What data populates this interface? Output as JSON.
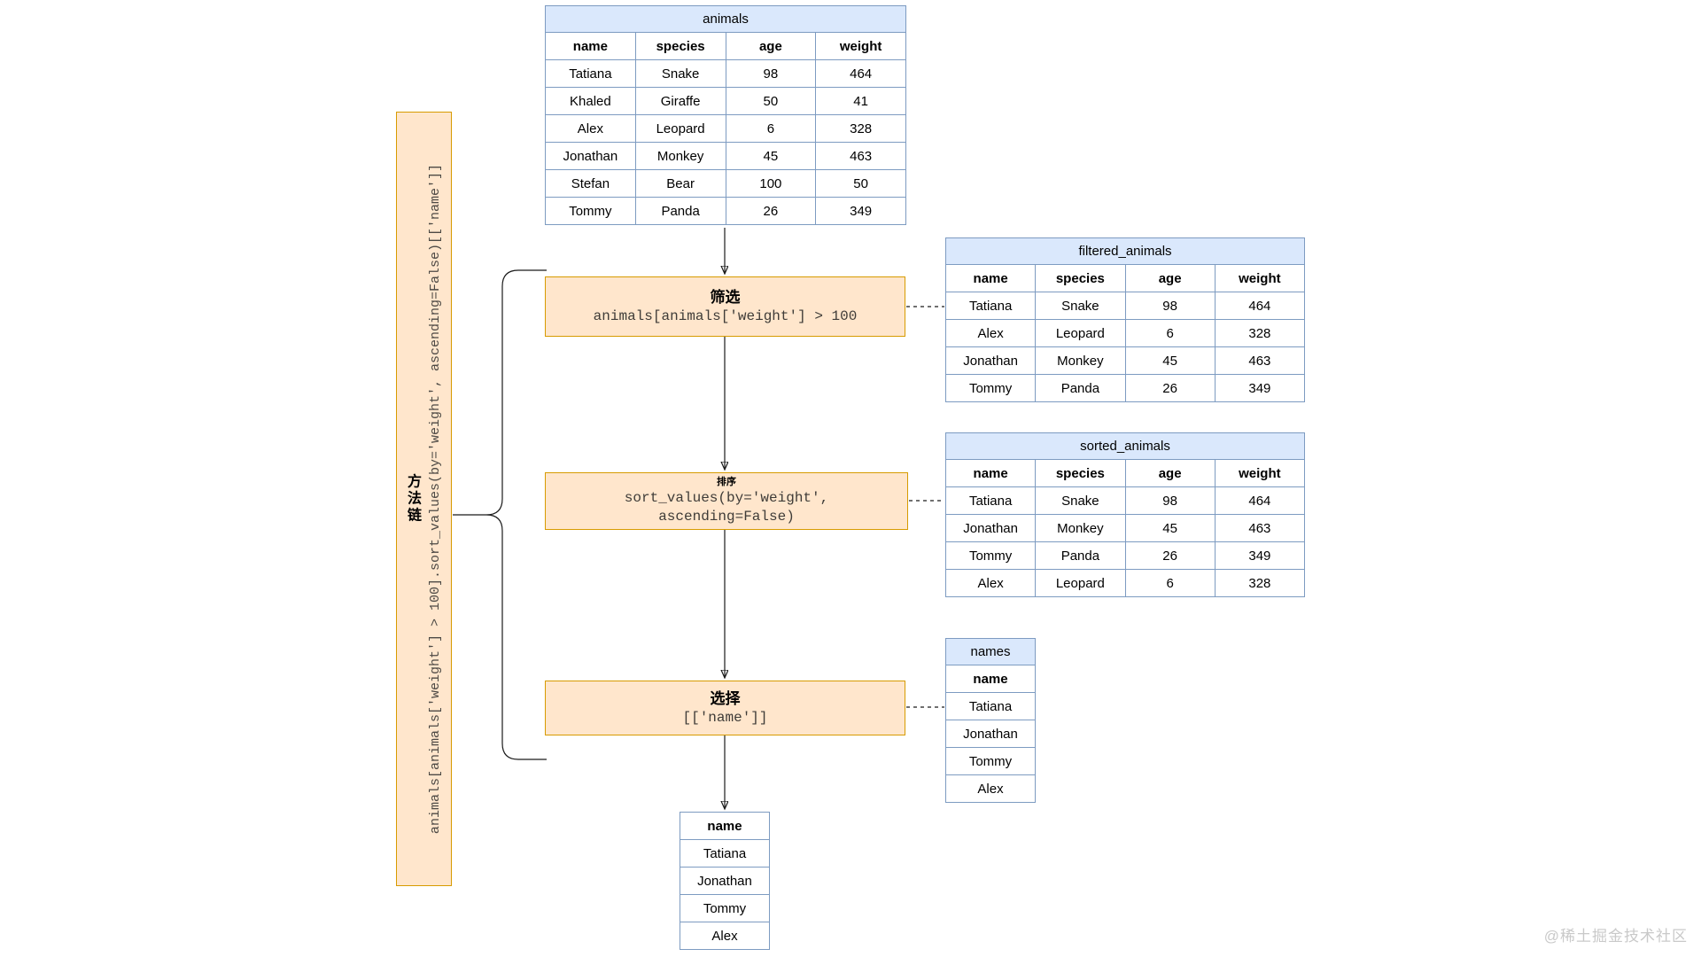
{
  "sidebar": {
    "label": "方法链",
    "code": "animals[animals['weight'] > 100].sort_values(by='weight', ascending=False)[['name']]"
  },
  "steps": [
    {
      "title": "筛选",
      "code_lines": [
        "animals[animals['weight'] > 100"
      ]
    },
    {
      "title": "排序",
      "code_lines": [
        "sort_values(by='weight',",
        "ascending=False)"
      ]
    },
    {
      "title": "选择",
      "code_lines": [
        "[['name']]"
      ]
    }
  ],
  "tables": {
    "animals": {
      "title": "animals",
      "columns": [
        "name",
        "species",
        "age",
        "weight"
      ],
      "rows": [
        [
          "Tatiana",
          "Snake",
          "98",
          "464"
        ],
        [
          "Khaled",
          "Giraffe",
          "50",
          "41"
        ],
        [
          "Alex",
          "Leopard",
          "6",
          "328"
        ],
        [
          "Jonathan",
          "Monkey",
          "45",
          "463"
        ],
        [
          "Stefan",
          "Bear",
          "100",
          "50"
        ],
        [
          "Tommy",
          "Panda",
          "26",
          "349"
        ]
      ]
    },
    "filtered_animals": {
      "title": "filtered_animals",
      "columns": [
        "name",
        "species",
        "age",
        "weight"
      ],
      "rows": [
        [
          "Tatiana",
          "Snake",
          "98",
          "464"
        ],
        [
          "Alex",
          "Leopard",
          "6",
          "328"
        ],
        [
          "Jonathan",
          "Monkey",
          "45",
          "463"
        ],
        [
          "Tommy",
          "Panda",
          "26",
          "349"
        ]
      ]
    },
    "sorted_animals": {
      "title": "sorted_animals",
      "columns": [
        "name",
        "species",
        "age",
        "weight"
      ],
      "rows": [
        [
          "Tatiana",
          "Snake",
          "98",
          "464"
        ],
        [
          "Jonathan",
          "Monkey",
          "45",
          "463"
        ],
        [
          "Tommy",
          "Panda",
          "26",
          "349"
        ],
        [
          "Alex",
          "Leopard",
          "6",
          "328"
        ]
      ]
    },
    "names": {
      "title": "names",
      "columns": [
        "name"
      ],
      "rows": [
        [
          "Tatiana"
        ],
        [
          "Jonathan"
        ],
        [
          "Tommy"
        ],
        [
          "Alex"
        ]
      ]
    },
    "name_result": {
      "title": null,
      "columns": [
        "name"
      ],
      "rows": [
        [
          "Tatiana"
        ],
        [
          "Jonathan"
        ],
        [
          "Tommy"
        ],
        [
          "Alex"
        ]
      ]
    }
  },
  "watermark": "@稀土掘金技术社区",
  "colors": {
    "table_header_fill": "#dae8fc",
    "table_border": "#7d9bc1",
    "box_fill": "#ffe6cc",
    "box_border": "#d79b00"
  }
}
